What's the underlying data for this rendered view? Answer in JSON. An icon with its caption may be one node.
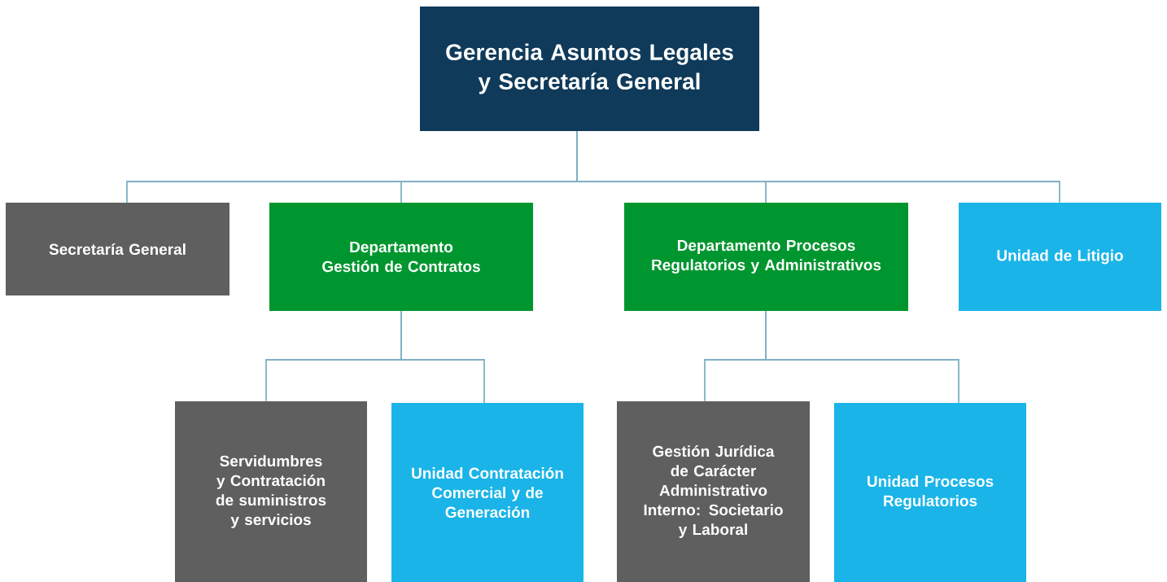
{
  "diagram": {
    "nodes": [
      {
        "text": [
          "Gerencia Asuntos Legales y Secretaría General"
        ]
      },
      {
        "text": [
          "Secretaría General"
        ]
      },
      {
        "text": [
          "Departamento Gestión de Contratos"
        ]
      },
      {
        "text": [
          "Departamento Procesos Regulatorios y Administrativos"
        ]
      },
      {
        "text": [
          "Unidad de Litigio"
        ]
      },
      {
        "text": [
          "Servidumbres y Contratación de suministros y servicios"
        ]
      },
      {
        "text": [
          "Unidad Contratación Comercial y de Generación"
        ]
      },
      {
        "text": [
          "Gestión Jurídica de Carácter Administrativo Interno: Societario y Laboral"
        ]
      },
      {
        "text": [
          "Unidad Procesos Regulatorios"
        ]
      }
    ],
    "edges": [
      {
        "from": 0,
        "to": 1,
        "arrow": "none"
      },
      {
        "from": 0,
        "to": 2,
        "arrow": "none"
      },
      {
        "from": 0,
        "to": 3,
        "arrow": "none"
      },
      {
        "from": 0,
        "to": 4,
        "arrow": "none"
      },
      {
        "from": 2,
        "to": 5,
        "arrow": "none"
      },
      {
        "from": 2,
        "to": 6,
        "arrow": "none"
      },
      {
        "from": 3,
        "to": 7,
        "arrow": "none"
      },
      {
        "from": 3,
        "to": 8,
        "arrow": "none"
      }
    ]
  }
}
